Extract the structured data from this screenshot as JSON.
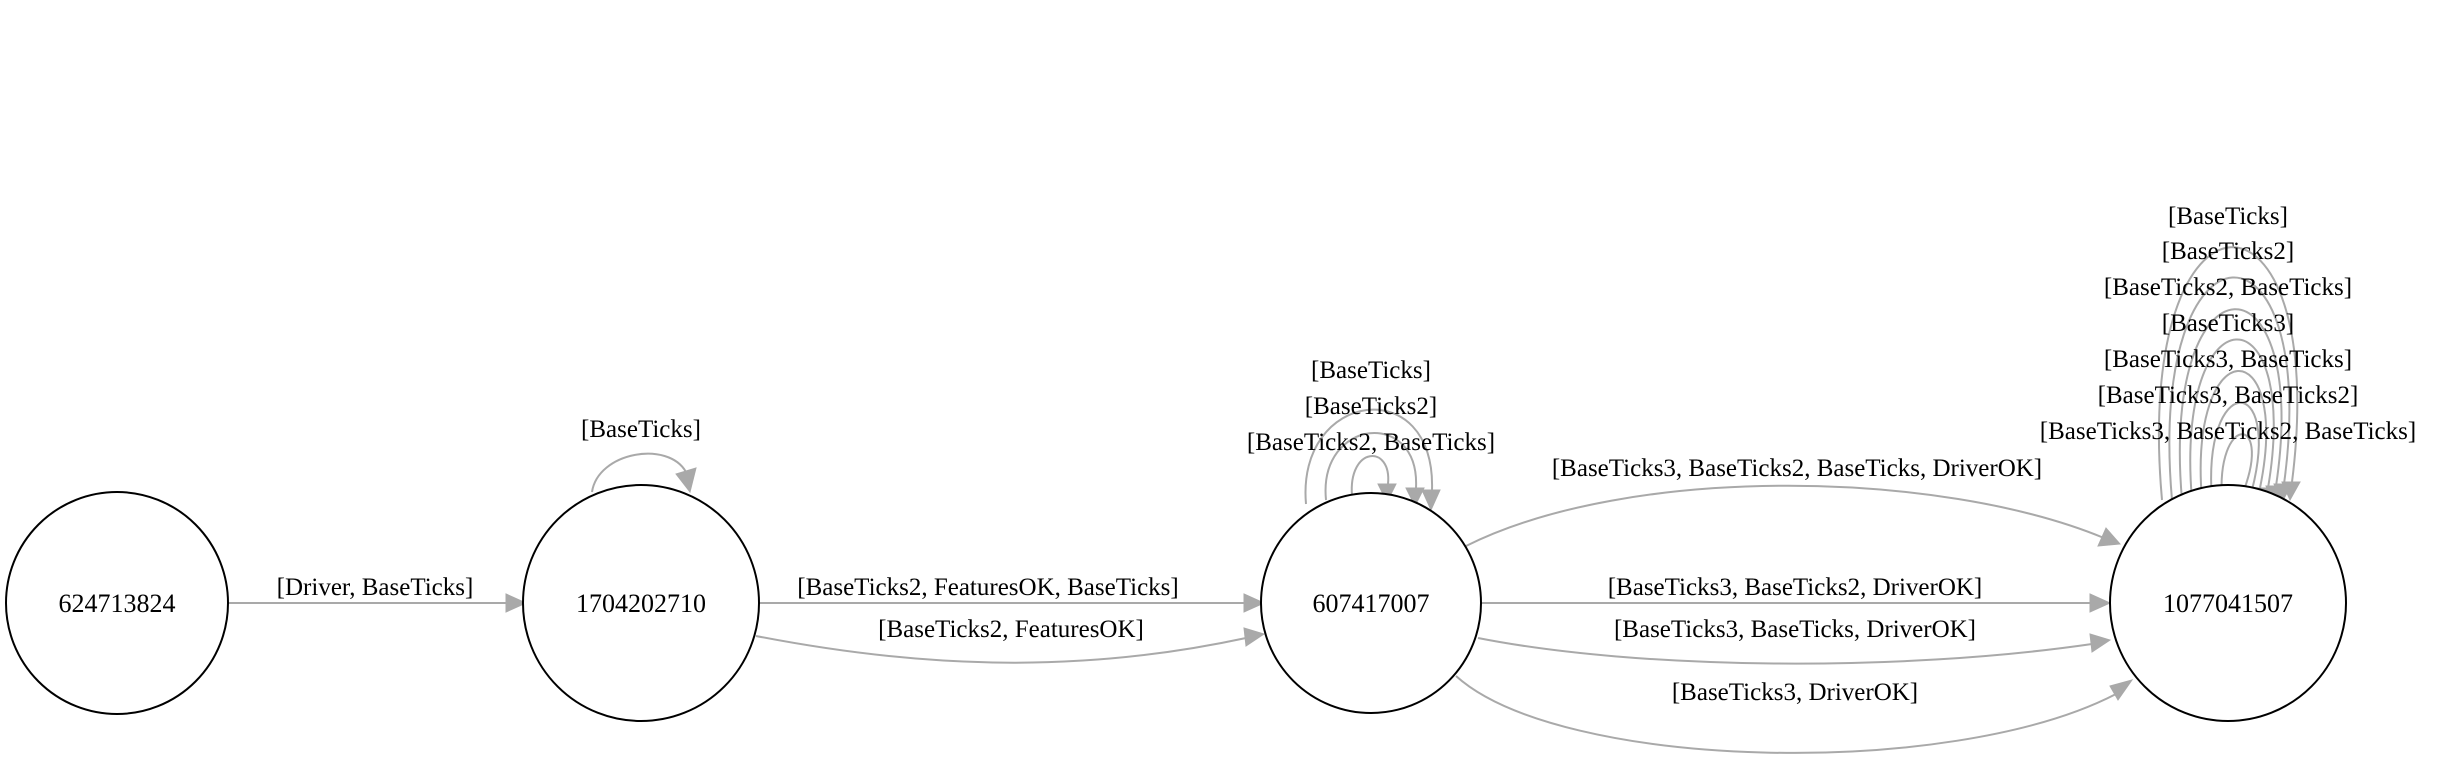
{
  "colors": {
    "edge": "#a9a9a9",
    "node_stroke": "#000000",
    "background": "#ffffff"
  },
  "nodes": [
    {
      "id": "n1",
      "label": "624713824"
    },
    {
      "id": "n2",
      "label": "1704202710"
    },
    {
      "id": "n3",
      "label": "607417007"
    },
    {
      "id": "n4",
      "label": "1077041507"
    }
  ],
  "edges": [
    {
      "id": "e-n1-n2",
      "from": "624713824",
      "to": "1704202710",
      "label": "[Driver, BaseTicks]"
    },
    {
      "id": "e-n2-n2",
      "from": "1704202710",
      "to": "1704202710",
      "label": "[BaseTicks]"
    },
    {
      "id": "e-n2-n3-a",
      "from": "1704202710",
      "to": "607417007",
      "label": "[BaseTicks2, FeaturesOK, BaseTicks]"
    },
    {
      "id": "e-n2-n3-b",
      "from": "1704202710",
      "to": "607417007",
      "label": "[BaseTicks2, FeaturesOK]"
    },
    {
      "id": "e-n3-n3-a",
      "from": "607417007",
      "to": "607417007",
      "label": "[BaseTicks]"
    },
    {
      "id": "e-n3-n3-b",
      "from": "607417007",
      "to": "607417007",
      "label": "[BaseTicks2]"
    },
    {
      "id": "e-n3-n3-c",
      "from": "607417007",
      "to": "607417007",
      "label": "[BaseTicks2, BaseTicks]"
    },
    {
      "id": "e-n3-n4-a",
      "from": "607417007",
      "to": "1077041507",
      "label": "[BaseTicks3, BaseTicks2, BaseTicks, DriverOK]"
    },
    {
      "id": "e-n3-n4-b",
      "from": "607417007",
      "to": "1077041507",
      "label": "[BaseTicks3, BaseTicks2, DriverOK]"
    },
    {
      "id": "e-n3-n4-c",
      "from": "607417007",
      "to": "1077041507",
      "label": "[BaseTicks3, BaseTicks, DriverOK]"
    },
    {
      "id": "e-n3-n4-d",
      "from": "607417007",
      "to": "1077041507",
      "label": "[BaseTicks3, DriverOK]"
    },
    {
      "id": "e-n4-n4-a",
      "from": "1077041507",
      "to": "1077041507",
      "label": "[BaseTicks]"
    },
    {
      "id": "e-n4-n4-b",
      "from": "1077041507",
      "to": "1077041507",
      "label": "[BaseTicks2]"
    },
    {
      "id": "e-n4-n4-c",
      "from": "1077041507",
      "to": "1077041507",
      "label": "[BaseTicks2, BaseTicks]"
    },
    {
      "id": "e-n4-n4-d",
      "from": "1077041507",
      "to": "1077041507",
      "label": "[BaseTicks3]"
    },
    {
      "id": "e-n4-n4-e",
      "from": "1077041507",
      "to": "1077041507",
      "label": "[BaseTicks3, BaseTicks]"
    },
    {
      "id": "e-n4-n4-f",
      "from": "1077041507",
      "to": "1077041507",
      "label": "[BaseTicks3, BaseTicks2]"
    },
    {
      "id": "e-n4-n4-g",
      "from": "1077041507",
      "to": "1077041507",
      "label": "[BaseTicks3, BaseTicks2, BaseTicks]"
    }
  ]
}
